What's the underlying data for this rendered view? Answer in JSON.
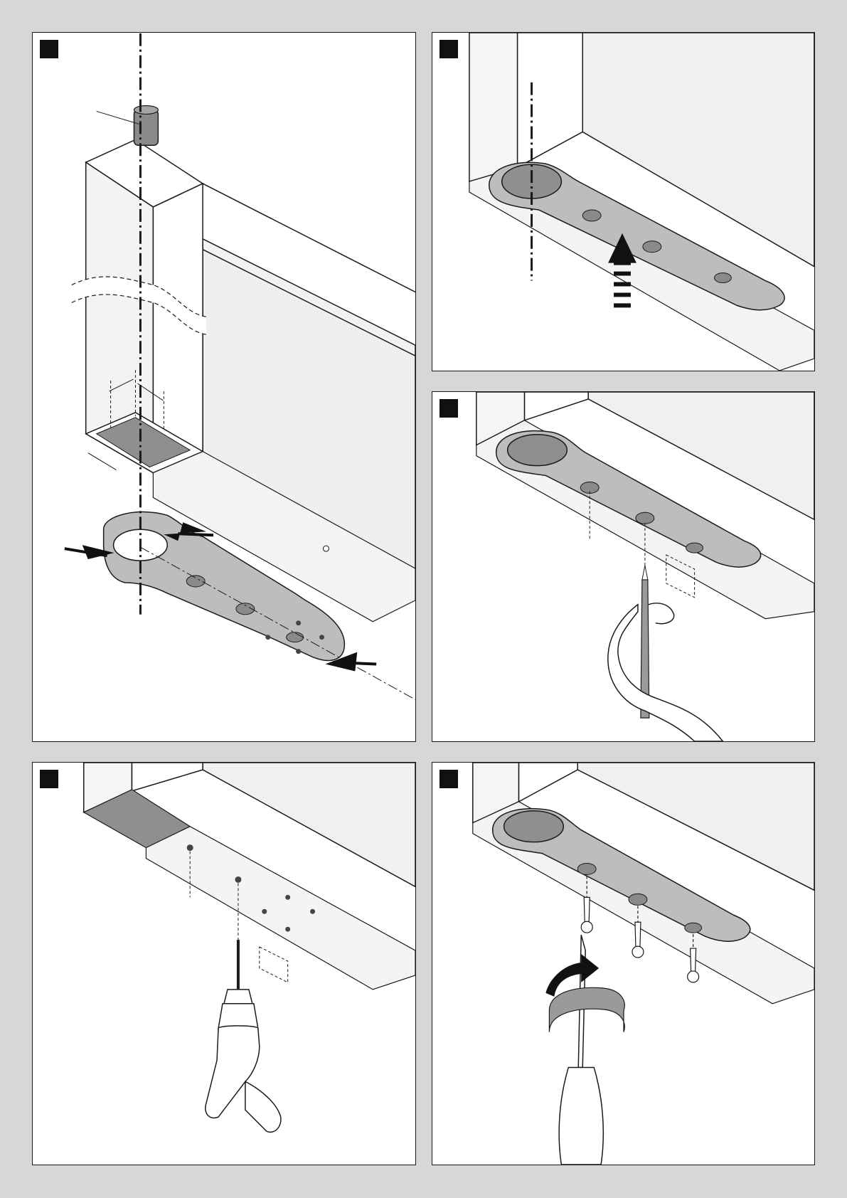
{
  "figure": {
    "panels": [
      {
        "id": "p1",
        "marker": "step-marker",
        "illustration": "mounting-plate-alignment"
      },
      {
        "id": "p2",
        "marker": "step-marker",
        "illustration": "plate-positioned-under-door"
      },
      {
        "id": "p3",
        "marker": "step-marker",
        "illustration": "marking-holes-with-pencil"
      },
      {
        "id": "p4",
        "marker": "step-marker",
        "illustration": "drilling-holes"
      },
      {
        "id": "p5",
        "marker": "step-marker",
        "illustration": "screwing-plate"
      }
    ],
    "colors": {
      "background": "#d6d7d8",
      "panel": "#ffffff",
      "line": "#1a1a1a",
      "plate": "#b9b9b9",
      "plate_dark": "#7d7d7d",
      "wall": "#f0f0f0"
    }
  }
}
